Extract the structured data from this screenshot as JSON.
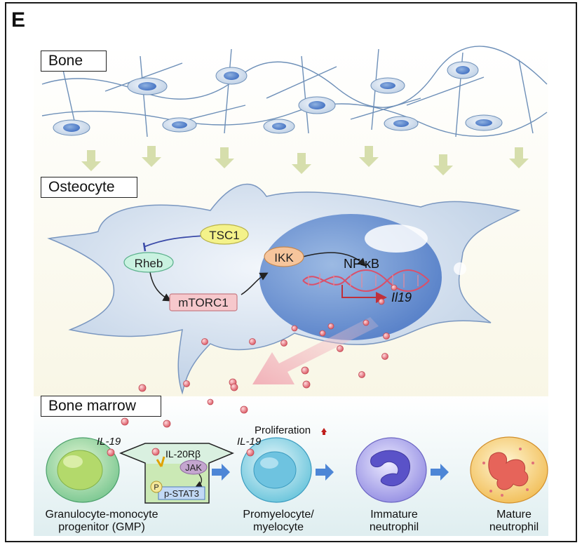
{
  "panel_letter": "E",
  "sections": {
    "bone": "Bone",
    "osteocyte": "Osteocyte",
    "bone_marrow": "Bone marrow"
  },
  "signaling": {
    "tsc1": "TSC1",
    "rheb": "Rheb",
    "mtorc1": "mTORC1",
    "ikk": "IKK",
    "nfkb": "NF-κB",
    "gene": "Il19"
  },
  "marrow": {
    "il19_left": "IL-19",
    "il19_right": "IL-19",
    "receptor": "IL-20Rβ",
    "jak": "JAK",
    "phospho": "P",
    "pstat3": "p-STAT3",
    "proliferation": "Proliferation",
    "cells": [
      {
        "line1": "Granulocyte-monocyte",
        "line2": "progenitor (GMP)"
      },
      {
        "line1": "Promyelocyte/",
        "line2": "myelocyte"
      },
      {
        "line1": "Immature",
        "line2": "neutrophil"
      },
      {
        "line1": "Mature",
        "line2": "neutrophil"
      }
    ]
  },
  "colors": {
    "frame": "#1a1a1a",
    "cytokine": "#e0707a",
    "arrow_blue": "#4d86d6",
    "inhibition": "#3a4aa8",
    "up_arrow": "#c0201e"
  }
}
